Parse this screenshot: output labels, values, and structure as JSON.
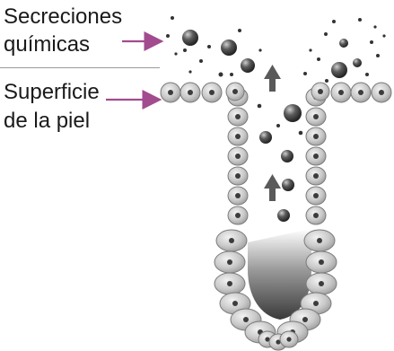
{
  "labels": {
    "secretions_line1": "Secreciones",
    "secretions_line2": "químicas",
    "surface_line1": "Superficie",
    "surface_line2": "de la piel"
  },
  "colors": {
    "text": "#1a1a1a",
    "pointer_arrow": "#a24b8f",
    "divider": "#9a9a9a",
    "upward_arrow": "#5a5a5a"
  }
}
